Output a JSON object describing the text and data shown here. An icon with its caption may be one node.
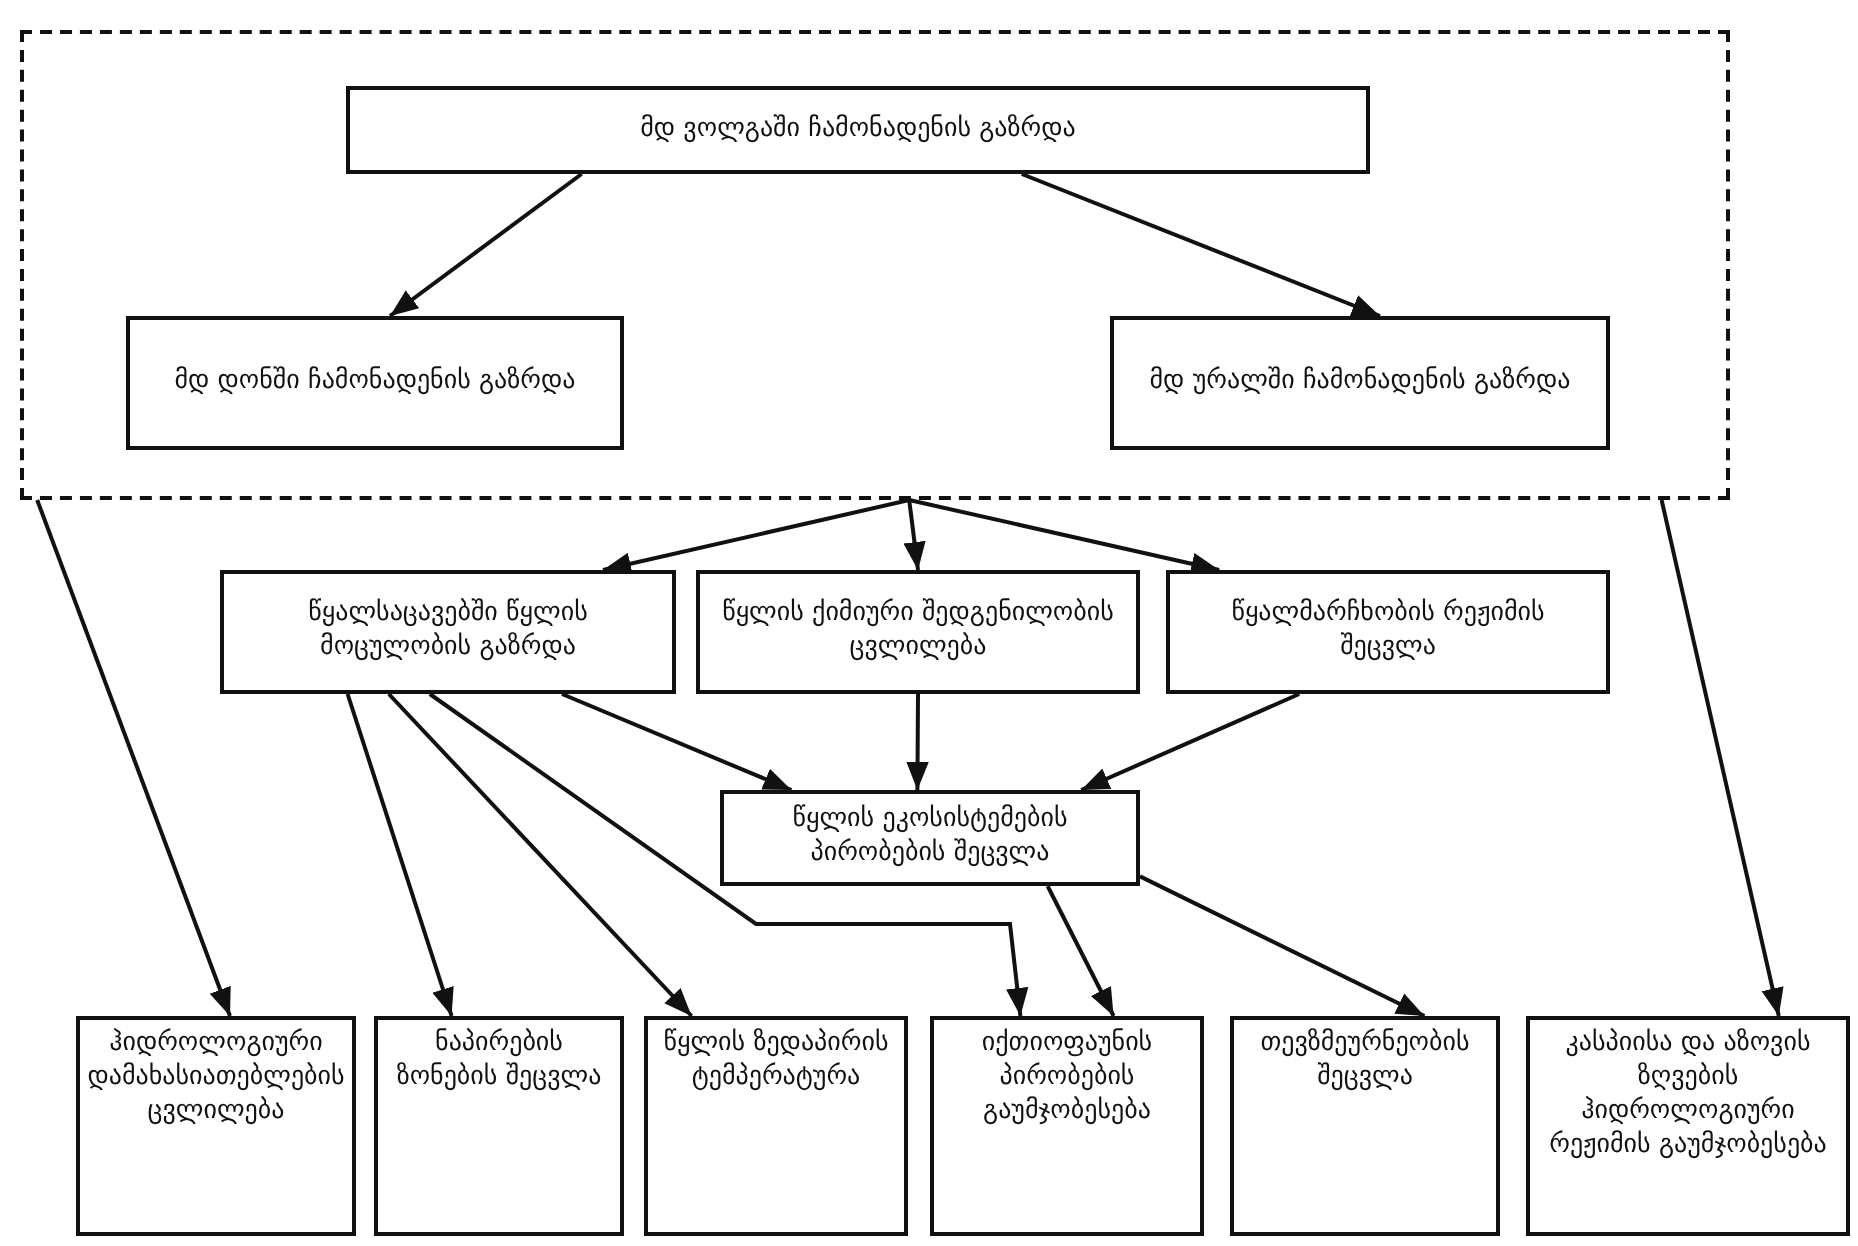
{
  "diagram": {
    "nodes": [
      {
        "text": [],
        "shape": "box"
      },
      {
        "text": [
          "მდ ვოლგაში ჩამონადენის გაზრდა"
        ],
        "in": 0
      },
      {
        "text": [
          "მდ დონში ჩამონადენის გაზრდა"
        ],
        "in": 0
      },
      {
        "text": [
          "მდ ურალში ჩამონადენის გაზრდა"
        ],
        "in": 0
      },
      {
        "text": [
          "წყალსაცავებში წყლის მოცულობის გაზრდა"
        ]
      },
      {
        "text": [
          "წყლის ქიმიური შედგენილობის ცვლილება"
        ]
      },
      {
        "text": [
          "წყალმარჩხობის რეჟიმის შეცვლა"
        ]
      },
      {
        "text": [
          "წყლის ეკოსისტემების პირობების შეცვლა"
        ]
      },
      {
        "text": [
          "ჰიდროლოგიური დამახასიათებლების ცვლილება"
        ]
      },
      {
        "text": [
          "ნაპირების ზონების შეცვლა"
        ]
      },
      {
        "text": [
          "წყლის ზედაპირის ტემპერატურა"
        ]
      },
      {
        "text": [
          "იქთიოფაუნის პირობების გაუმჯობესება"
        ]
      },
      {
        "text": [
          "თევზმეურნეობის შეცვლა"
        ]
      },
      {
        "text": [
          "კასპიისა და აზოვის ზღვების ჰიდროლოგიური რეჟიმის გაუმჯობესება"
        ]
      }
    ],
    "edges": [
      {
        "from": 1,
        "to": 2,
        "arrow": "to"
      },
      {
        "from": 1,
        "to": 3,
        "arrow": "to"
      },
      {
        "from": 0,
        "to": 4,
        "arrow": "to"
      },
      {
        "from": 0,
        "to": 5,
        "arrow": "to"
      },
      {
        "from": 0,
        "to": 6,
        "arrow": "to"
      },
      {
        "from": 4,
        "to": 7,
        "arrow": "to"
      },
      {
        "from": 5,
        "to": 7,
        "arrow": "to"
      },
      {
        "from": 6,
        "to": 7,
        "arrow": "to"
      },
      {
        "from": 0,
        "to": 8,
        "arrow": "to"
      },
      {
        "from": 4,
        "to": 9,
        "arrow": "to"
      },
      {
        "from": 4,
        "to": 10,
        "arrow": "to"
      },
      {
        "from": 4,
        "to": 11,
        "arrow": "to"
      },
      {
        "from": 7,
        "to": 11,
        "arrow": "to"
      },
      {
        "from": 7,
        "to": 12,
        "arrow": "to"
      },
      {
        "from": 0,
        "to": 13,
        "arrow": "to"
      }
    ]
  }
}
